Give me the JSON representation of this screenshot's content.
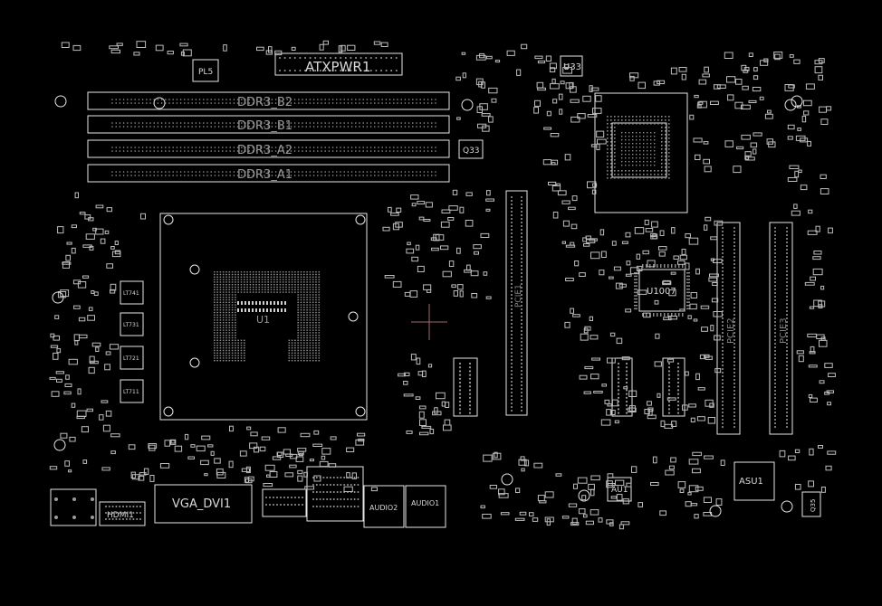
{
  "board": {
    "background": "#000000",
    "line_color": "#e6e6e6",
    "cursor_color": "#a06a6a",
    "labels": {
      "atx_power": "ATXPWR1",
      "dimm_b2": "DDR3_B2",
      "dimm_b1": "DDR3_B1",
      "dimm_a2": "DDR3_A2",
      "dimm_a1": "DDR3_A1",
      "pl5": "PL5",
      "u33": "U33",
      "q33": "Q33",
      "u1007": "U1007",
      "pci_e1": "PCIE1",
      "pci_e2": "PCIE2",
      "pci_e3": "PCIE3",
      "vga_dvi": "VGA_DVI1",
      "hdmi": "HDMI1",
      "audio1": "AUDIO1",
      "audio2": "AUDIO2",
      "au1": "AU1",
      "asu1": "ASU1",
      "q35": "Q35",
      "lt741": "LT741",
      "lt731": "LT731",
      "lt721": "LT721",
      "lt711": "LT711",
      "cpu_socket": "U1"
    }
  }
}
